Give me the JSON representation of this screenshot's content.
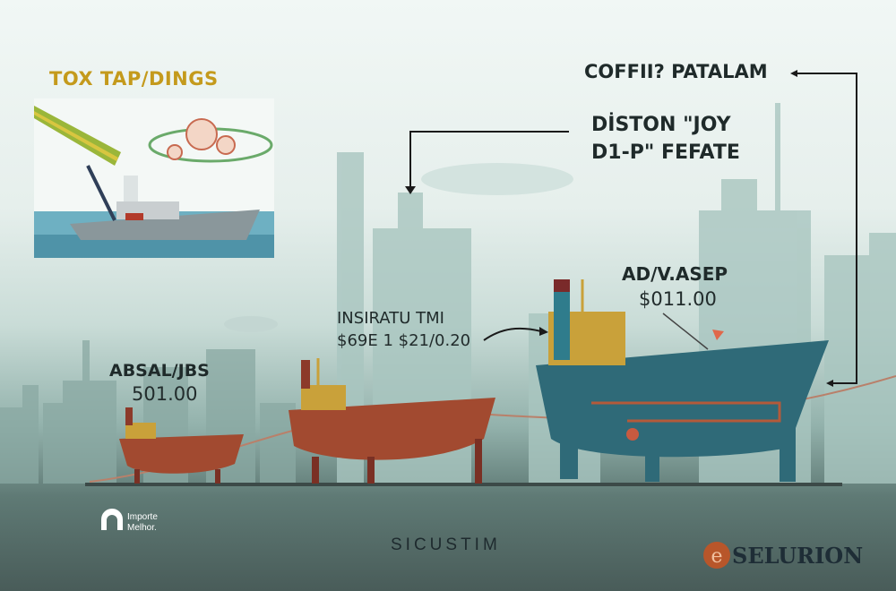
{
  "inset": {
    "title": "TOX TAP/DINGS"
  },
  "labels": {
    "top_right": "COFFII? PATALAM",
    "mid_right_line1": "DİSTON \"JOY",
    "mid_right_line2": "D1-P\" FEFATE",
    "large_ship_name": "AD/V.ASEP",
    "large_ship_price": "$011.00",
    "medium_ship_name": "INSIRATU TMI",
    "medium_ship_price": "$69E 1 $21/0.20",
    "small_ship_name": "ABSAL/JBS",
    "small_ship_price": "501.00"
  },
  "footer": {
    "logo_line1": "Importe",
    "logo_line2": "Melhor.",
    "center_text": "SICUSTIM",
    "brand_mark": "e",
    "brand_name": "SELURION"
  },
  "colors": {
    "title_gold": "#c49a1c",
    "hull_blue": "#2f6a78",
    "hull_red": "#a24a30",
    "cabin_gold": "#c9a13a"
  }
}
